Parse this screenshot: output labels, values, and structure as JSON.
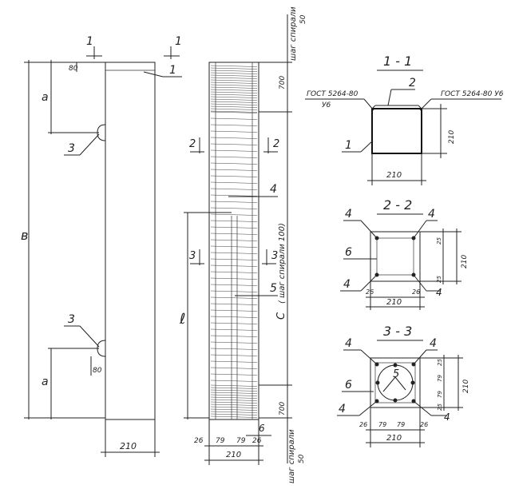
{
  "labels": {
    "sec11": "1 - 1",
    "sec22": "2 - 2",
    "sec33": "3 - 3",
    "gost1": "ГОСТ 5264-80",
    "gost1b": "У6",
    "gost2": "ГОСТ 5264-80 У6",
    "a": "a",
    "b": "в",
    "l": "ℓ",
    "c": "С",
    "shag": "шаг спирали",
    "shag100": "( шаг спирали  100)",
    "n1": "1",
    "n2": "2",
    "n3": "3",
    "n4": "4",
    "n5": "5",
    "n6": "6",
    "d210": "210",
    "d80": "80",
    "d700": "700",
    "d50": "50",
    "d26": "26",
    "d79": "79",
    "d25": "25"
  }
}
